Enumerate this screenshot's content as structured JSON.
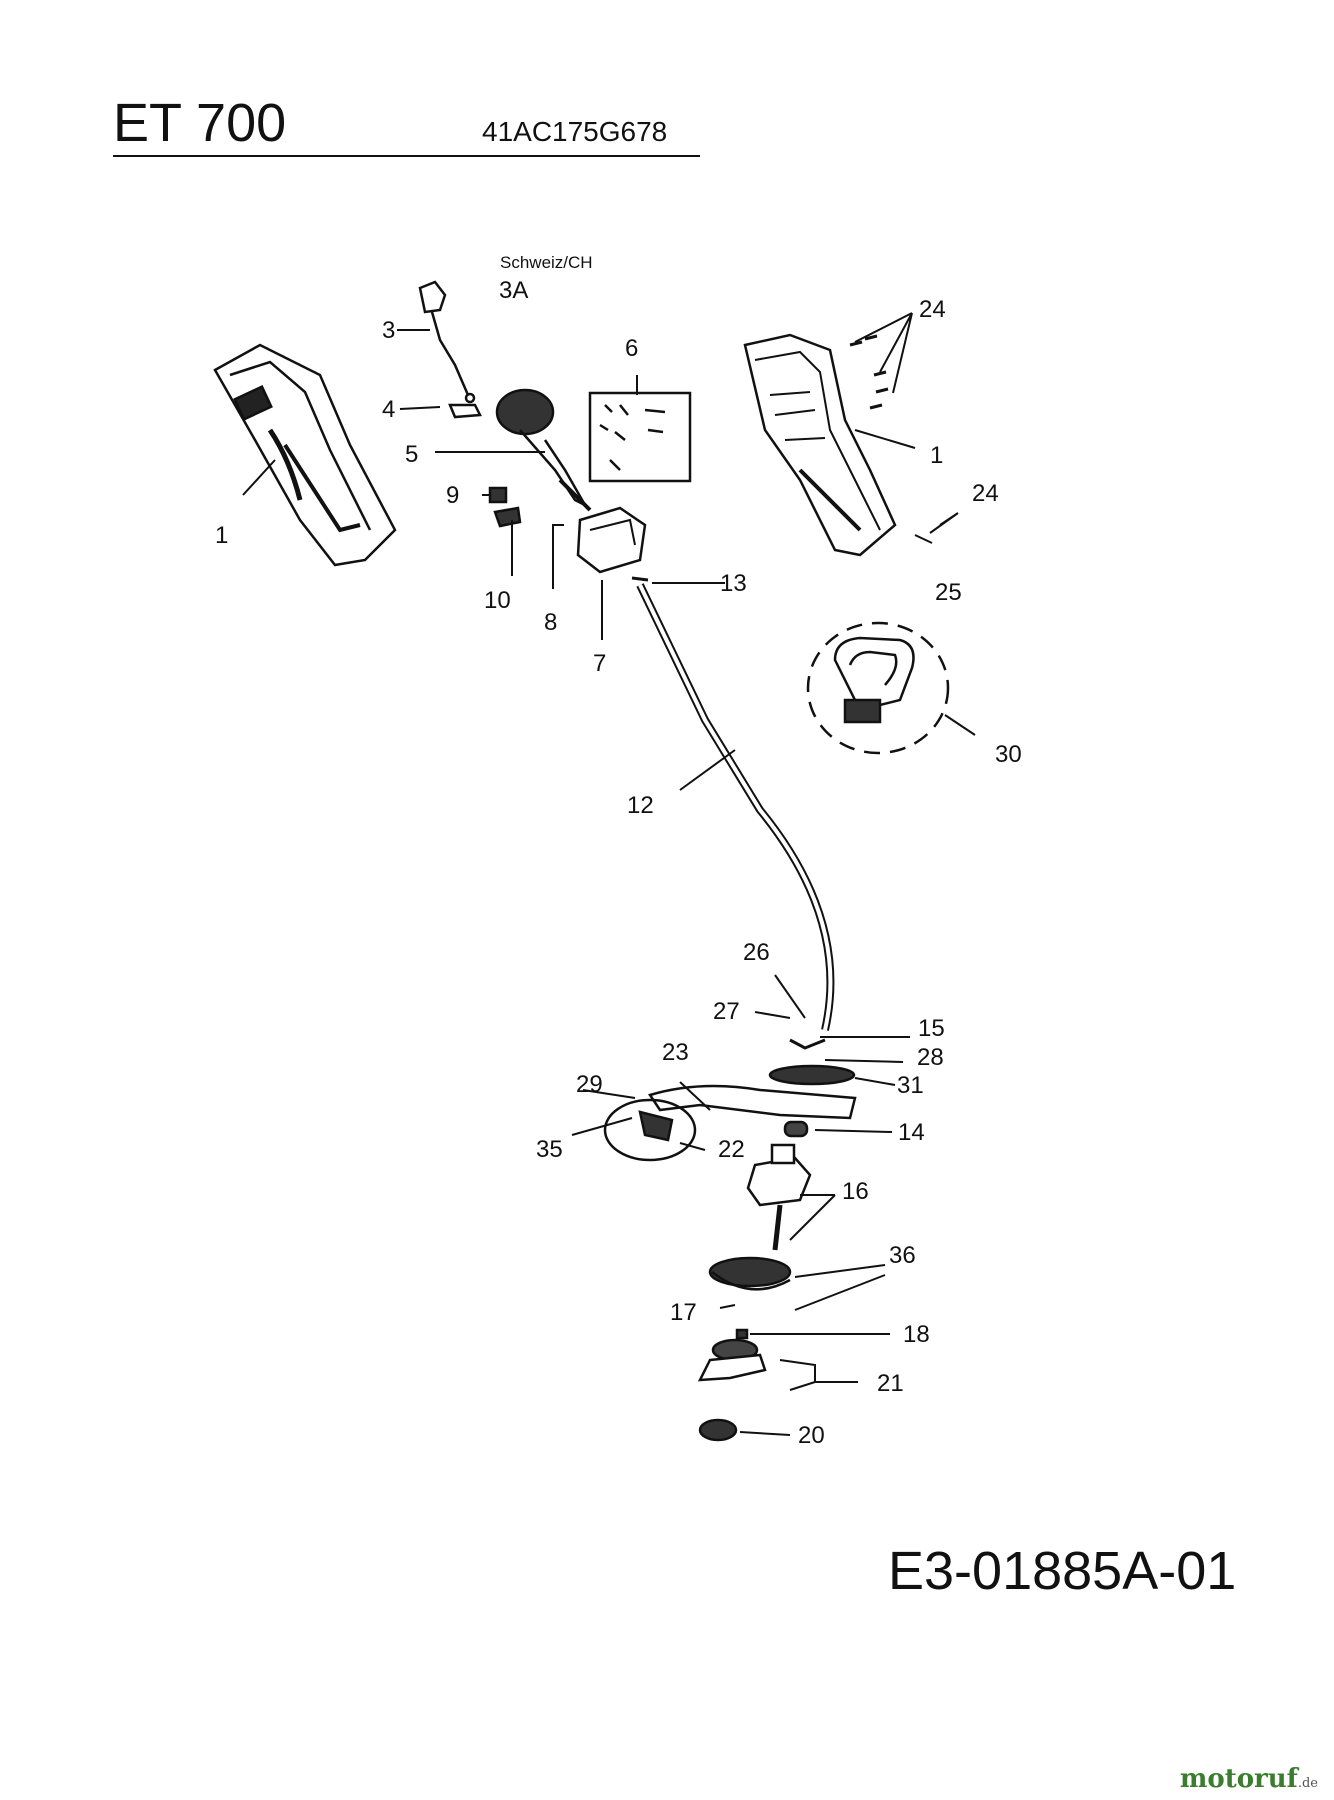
{
  "header": {
    "title": "ET 700",
    "model_number": "41AC175G678"
  },
  "region_label": "Schweiz/CH",
  "part_labels": [
    "1",
    "1",
    "3",
    "3A",
    "4",
    "5",
    "6",
    "7",
    "8",
    "9",
    "10",
    "12",
    "13",
    "14",
    "15",
    "16",
    "17",
    "18",
    "20",
    "21",
    "22",
    "23",
    "24",
    "24",
    "25",
    "26",
    "27",
    "28",
    "29",
    "30",
    "31",
    "35",
    "36"
  ],
  "drawing_code": "E3-01885A-01",
  "watermark": {
    "brand": "motoruf",
    "suffix": ".de"
  }
}
